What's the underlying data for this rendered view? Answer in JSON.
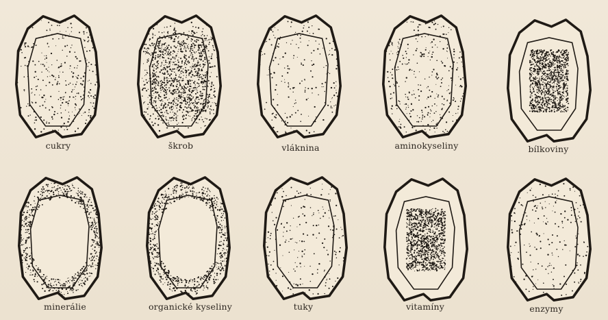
{
  "colors": {
    "paper": "#efe6d6",
    "ink": "#1f1a15",
    "fill": "#f3ead9"
  },
  "rows": [
    [
      {
        "label": "cukry",
        "pattern": "inner-ring-dots"
      },
      {
        "label": "škrob",
        "pattern": "dense-starch"
      },
      {
        "label": "vláknina",
        "pattern": "sparse-dots"
      },
      {
        "label": "aminokyseliny",
        "pattern": "inner-ring-dots"
      },
      {
        "label": "bílkoviny",
        "pattern": "dense-center"
      }
    ],
    [
      {
        "label": "minerálie",
        "pattern": "edge-dots"
      },
      {
        "label": "organické kyseliny",
        "pattern": "edge-dots"
      },
      {
        "label": "tuky",
        "pattern": "sparse-dots"
      },
      {
        "label": "vitamíny",
        "pattern": "dense-center"
      },
      {
        "label": "enzymy",
        "pattern": "sparse-dots"
      }
    ]
  ]
}
